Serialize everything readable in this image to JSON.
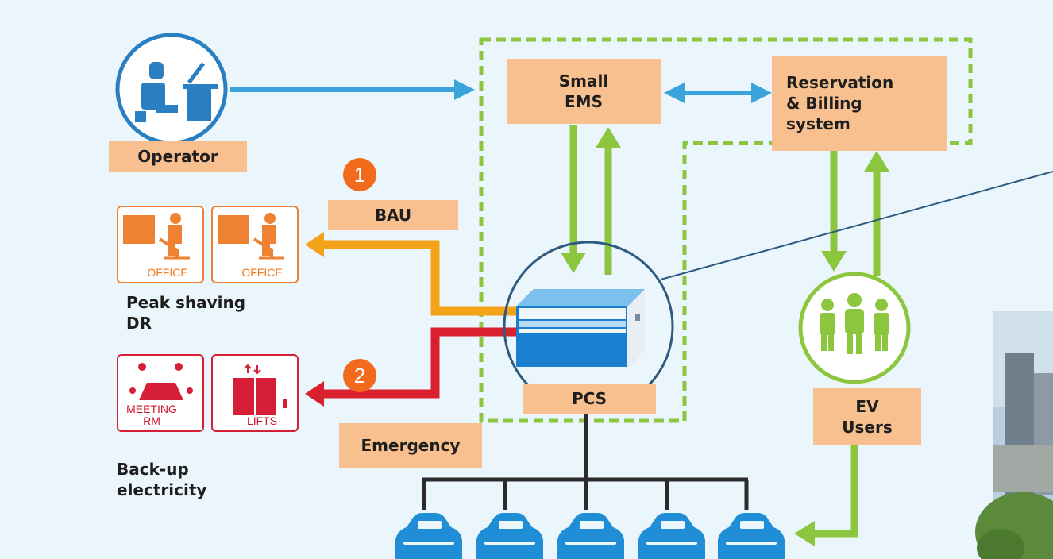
{
  "nodes": {
    "operator": "Operator",
    "small_ems": "Small\nEMS",
    "reservation": "Reservation\n& Billing\nsystem",
    "pcs": "PCS",
    "ev_users": "EV\nUsers"
  },
  "flows": {
    "bau": {
      "badge": "1",
      "label": "BAU",
      "color": "#f5a21b"
    },
    "emergency": {
      "badge": "2",
      "label": "Emergency",
      "color": "#d8202e"
    }
  },
  "loads": {
    "office_1": "OFFICE",
    "office_2": "OFFICE",
    "meeting_rm": "MEETING\nRM",
    "lifts": "LIFTS",
    "peak_shaving": "Peak shaving\nDR",
    "backup": "Back-up\nelectricity"
  },
  "colors": {
    "background": "#eaf6fc",
    "label_fill": "#f8c08f",
    "dashed_boundary": "#8cc63f",
    "communication_arrow": "#3aa4da",
    "power_arrow": "#8cc63f",
    "badge": "#f26b1d"
  },
  "icons": [
    "operator-icon",
    "ev-users-icon",
    "pcs-unit-icon",
    "car-icon"
  ]
}
